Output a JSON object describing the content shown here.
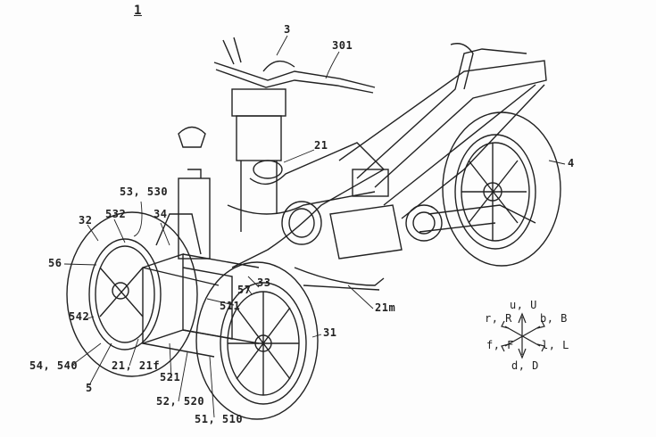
{
  "figure_number": "1",
  "labels": {
    "l3": "3",
    "l301": "301",
    "l21": "21",
    "l4": "4",
    "l53": "53, 530",
    "l532": "532",
    "l34": "34",
    "l32": "32",
    "l56": "56",
    "l57": "57",
    "l33": "33",
    "l511": "511",
    "l21m": "21m",
    "l542": "542",
    "l31": "31",
    "l54": "54, 540",
    "l21f": "21, 21f",
    "l5": "5",
    "l521": "521",
    "l52": "52, 520",
    "l51": "51, 510"
  },
  "compass": {
    "up": "u, U",
    "right_back": "b, B",
    "left_back": "r, R",
    "front": "f, F",
    "left": "l, L",
    "down": "d, D"
  },
  "colors": {
    "ink": "#222222",
    "paper": "#fdfdfd"
  }
}
